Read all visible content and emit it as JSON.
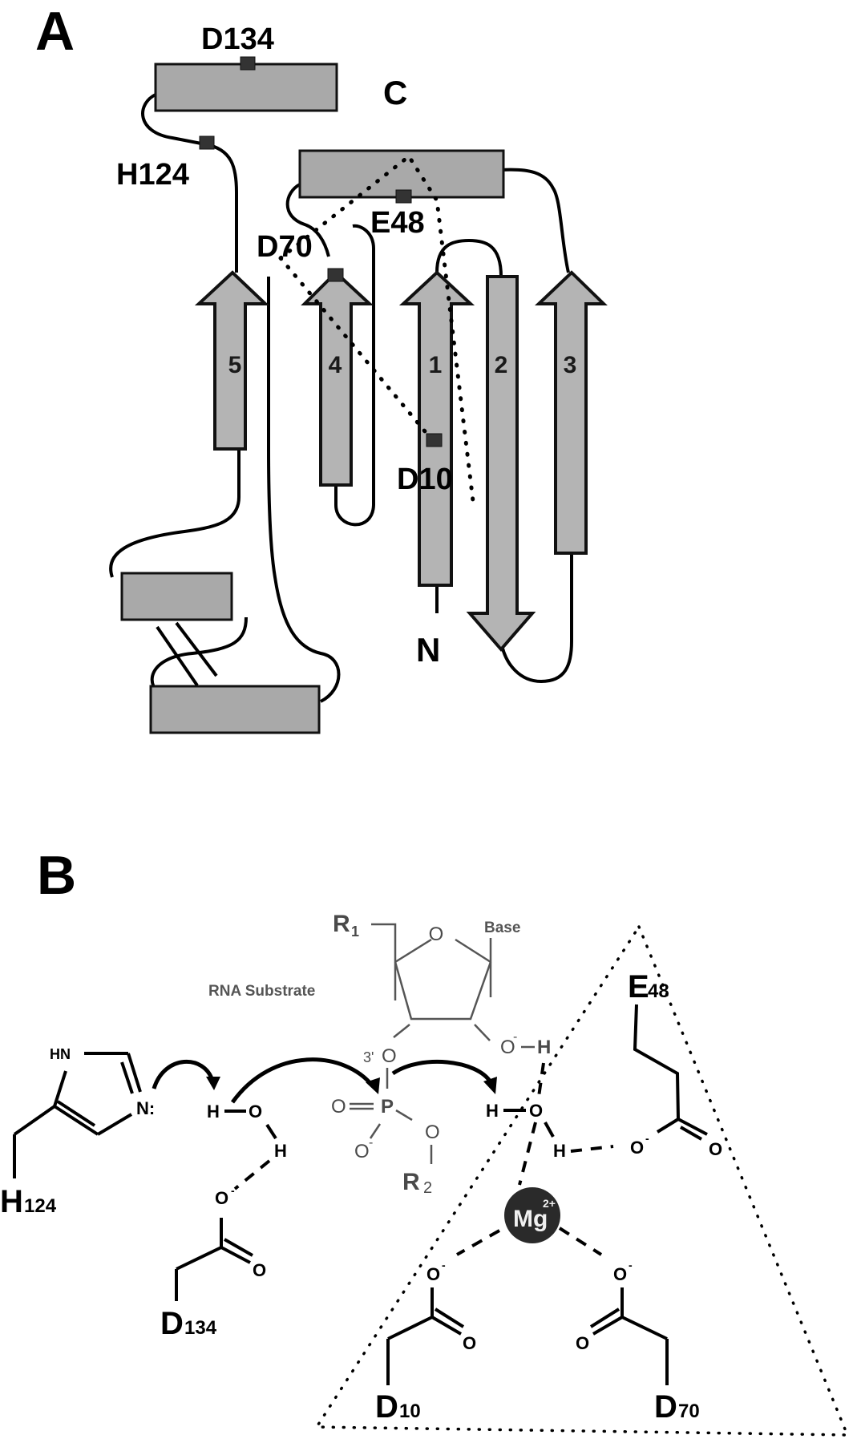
{
  "figure": {
    "panel_a": {
      "letter": "A",
      "termini": {
        "c": "C",
        "n": "N"
      },
      "residues": [
        "D134",
        "H124",
        "E48",
        "D70",
        "D10"
      ],
      "strands": [
        "5",
        "4",
        "1",
        "2",
        "3"
      ],
      "colors": {
        "element_fill": "#a9a9a9",
        "site_marker": "#333333"
      }
    },
    "panel_b": {
      "letter": "B",
      "substrate_label": "RNA Substrate",
      "sugar": {
        "r1": "R",
        "r1_sub": "1",
        "ring_o": "O",
        "base": "Base",
        "o2": "O",
        "o2_charge": "-",
        "o2_h": "H"
      },
      "phosphate": {
        "o3": "O",
        "o3_prefix": "3'",
        "p": "P",
        "o_double": "O",
        "o_minus": "O",
        "o_minus_charge": "-",
        "o5": "O",
        "r2": "R",
        "r2_sub": "2"
      },
      "his": {
        "hn": "HN",
        "n": "N:",
        "label": "H",
        "label_sub": "124"
      },
      "water1": {
        "h1": "H",
        "o": "O",
        "h2": "H"
      },
      "water2": {
        "h1": "H",
        "o": "O",
        "h2": "H"
      },
      "asp134": {
        "o_minus": "O",
        "charge": "-",
        "o": "O",
        "label": "D",
        "label_sub": "134"
      },
      "glu48": {
        "o_minus": "O",
        "charge": "-",
        "o": "O",
        "label": "E",
        "label_sub": "48"
      },
      "asp10": {
        "o_minus": "O",
        "charge": "-",
        "o": "O",
        "label": "D",
        "label_sub": "10"
      },
      "asp70": {
        "o_minus": "O",
        "charge": "-",
        "o": "O",
        "label": "D",
        "label_sub": "70"
      },
      "metal": {
        "symbol": "Mg",
        "charge": "2+",
        "color": "#2a2a2a"
      }
    }
  }
}
